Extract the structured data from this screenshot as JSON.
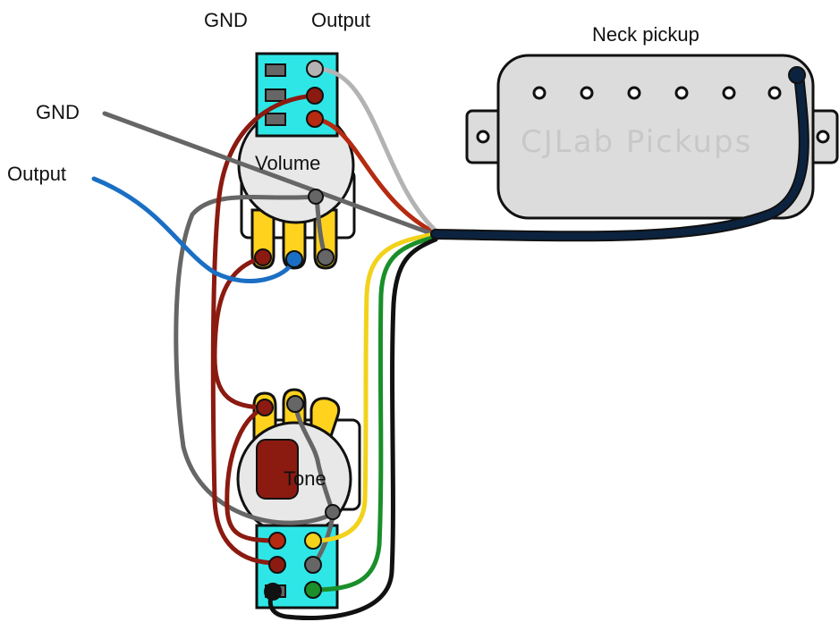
{
  "labels": {
    "gnd_top": "GND",
    "output_top": "Output",
    "neck_pickup": "Neck pickup",
    "gnd_left": "GND",
    "output_left": "Output",
    "volume": "Volume",
    "tone": "Tone",
    "brand": "CJLab Pickups"
  },
  "colors": {
    "background": "#ffffff",
    "terminal_block": "#2ee6e6",
    "pot_lugs": "#ffd21e",
    "pickup_body": "#dcdcdc",
    "red_wire": "#b52a10",
    "dark_red_wire": "#8b1a10",
    "grey_wire": "#666666",
    "light_grey_wire": "#b3b3b3",
    "blue_wire": "#1a6fc4",
    "yellow_wire": "#f2d21a",
    "green_wire": "#1a8f2a",
    "black_wire": "#111111",
    "pickup_cable": "#0c2340",
    "capacitor": "#8b1a10"
  }
}
